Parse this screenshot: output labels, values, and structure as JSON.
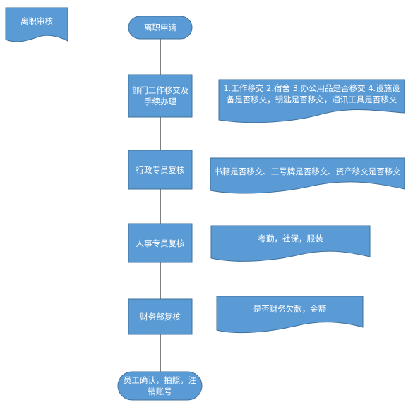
{
  "title_tag": "离职审核",
  "nodes": {
    "start": "离职申请",
    "dept": "部门工作移交及手续办理",
    "admin": "行政专员复核",
    "hr": "人事专员复核",
    "finance": "财务部复核",
    "end": "员工确认，拍照，注销账号"
  },
  "notes": {
    "dept": "1.工作移交 2.宿舍 3.办公用品是否移交 4.设施设备是否移交，钥匙是否移交，通讯工具是否移交",
    "admin": "书籍是否移交、工号牌是否移交、资产移交是否移交",
    "hr": "考勤，社保，服装",
    "finance": "是否财务欠款，金额"
  },
  "colors": {
    "fill": "#5B9BD5",
    "stroke": "#41719C",
    "line": "#000000"
  }
}
